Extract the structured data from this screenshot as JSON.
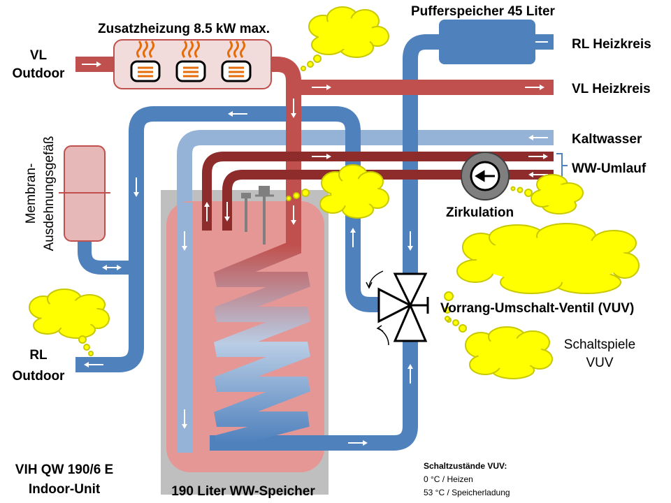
{
  "labels": {
    "zusatzheizung": "Zusatzheizung 8.5 kW max.",
    "pufferspeicher": "Pufferspeicher 45 Liter",
    "vl_outdoor_1": "VL",
    "vl_outdoor_2": "Outdoor",
    "rl_heizkreis": "RL Heizkreis",
    "vl_heizkreis": "VL Heizkreis",
    "kaltwasser": "Kaltwasser",
    "ww_umlauf": "WW-Umlauf",
    "zirkulation": "Zirkulation",
    "membran_1": "Membran-",
    "membran_2": "Ausdehnungsgefäß",
    "vuv": "Vorrang-Umschalt-Ventil (VUV)",
    "schaltspiele_1": "Schaltspiele",
    "schaltspiele_2": "VUV",
    "rl_outdoor_1": "RL",
    "rl_outdoor_2": "Outdoor",
    "model_1": "VIH QW 190/6 E",
    "model_2": "Indoor-Unit",
    "speicher": "190 Liter WW-Speicher",
    "schaltzustaende_title": "Schaltzustände VUV:",
    "schaltzustaende_1": "0 °C / Heizen",
    "schaltzustaende_2": "53 °C / Speicherladung"
  },
  "colors": {
    "hot": "#C0504D",
    "warm_ww": "#8E2B2B",
    "cold_blue": "#4F81BD",
    "light_blue": "#95B3D7",
    "heater_fill": "#F2DCDB",
    "tank_fill": "#E59796",
    "enclosure": "#BFBFBF",
    "bubble": "#FFFF00",
    "bubble_stroke": "#C8C800"
  }
}
